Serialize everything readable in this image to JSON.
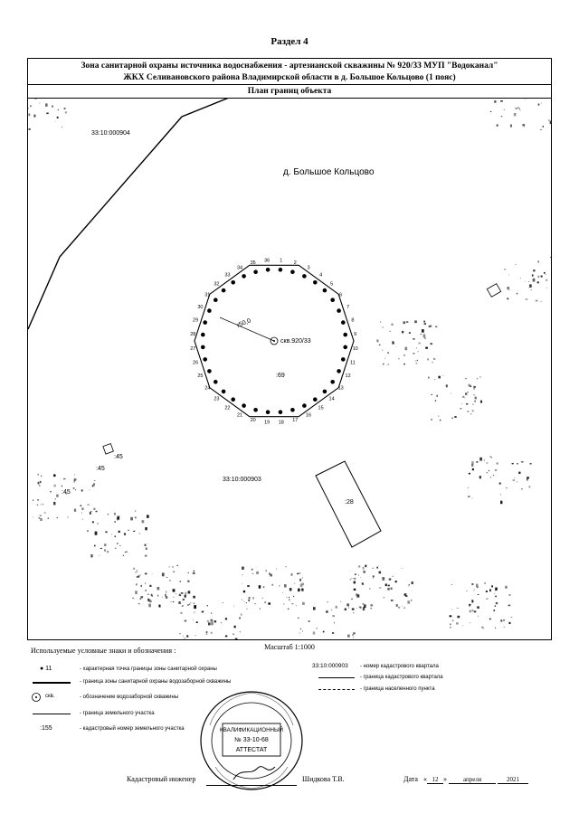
{
  "sheet_title": "Раздел 4",
  "header": {
    "line1": "Зона санитарной охраны источника водоснабжения -  артезианской скважины № 920/33  МУП \"Водоканал\"",
    "line2": "ЖКХ Селивановского района Владимирской области в д. Большое Кольцово (1 пояс)",
    "plan_title": "План границ объекта"
  },
  "map": {
    "quarter_top": "33:10:000904",
    "quarter_bottom": "33:10:000903",
    "settlement": "д. Большое Кольцово",
    "well_label": "скв.920/33",
    "radius_label": "r50,0",
    "parcel_69": ":69",
    "parcel_28": ":28",
    "parcel_45a": ":45",
    "parcel_45b": ":45",
    "parcel_45c": ":45",
    "point_count": 36,
    "point_numbers": [
      "1",
      "2",
      "3",
      "4",
      "5",
      "6",
      "7",
      "8",
      "9",
      "10",
      "11",
      "12",
      "13",
      "14",
      "15",
      "16",
      "17",
      "18",
      "19",
      "20",
      "21",
      "22",
      "23",
      "24",
      "25",
      "26",
      "27",
      "28",
      "29",
      "30",
      "31",
      "32",
      "33",
      "34",
      "35",
      "36"
    ]
  },
  "scale": "Масштаб 1:1000",
  "legend": {
    "title": "Используемые условные знаки и обозначения :",
    "items": [
      {
        "symbol": "● 11",
        "text": "- характерная точка границы зоны санитарной охраны"
      },
      {
        "symbol": "",
        "text": "- граница зоны санитарной охраны водозаборной скважины"
      },
      {
        "symbol": "скв.",
        "text": "- обозначение водозаборной скважины"
      },
      {
        "symbol": "",
        "text": "- граница земельного участка"
      },
      {
        "symbol": ":155",
        "text": "- кадастровый номер земельного участка"
      }
    ],
    "right_items": [
      {
        "symbol": "33:10:000903",
        "text": "- номер кадастрового квартала"
      },
      {
        "symbol": "",
        "text": "- граница кадастрового квартала"
      },
      {
        "symbol": "",
        "text": "- граница населенного пункта"
      }
    ]
  },
  "stamp": {
    "line1": "КВАЛИФИКАЦИОННЫЙ",
    "line2": "№ 33-10-68",
    "line3": "АТТЕСТАТ"
  },
  "signature": {
    "role": "Кадастровый инженер",
    "name": "Шидкова Т.В.",
    "date_label": "Дата",
    "date_day": "12",
    "date_month": "апреля",
    "date_year": "2021"
  }
}
